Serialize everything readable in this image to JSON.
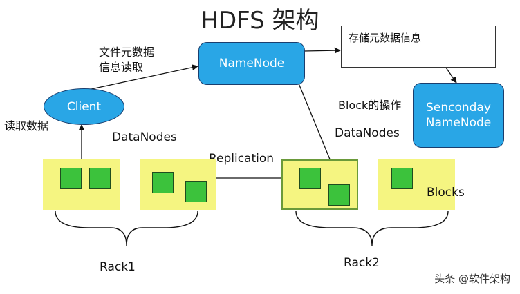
{
  "title": "HDFS 架构",
  "nodes": {
    "namenode": "NameNode",
    "secondary": "Senconday\nNameNode",
    "client": "Client"
  },
  "labels": {
    "metadata_info": "存储元数据信息",
    "file_metadata_read": "文件元数据\n信息读取",
    "read_data": "读取数据",
    "block_ops": "Block的操作",
    "datanodes_left": "DataNodes",
    "datanodes_right": "DataNodes",
    "replication": "Replication",
    "blocks": "Blocks",
    "rack1": "Rack1",
    "rack2": "Rack2"
  },
  "footer": "头条 @软件架构",
  "colors": {
    "node_fill": "#29a6e6",
    "rack_fill": "#f5f581",
    "block_fill": "#3cc23c"
  }
}
